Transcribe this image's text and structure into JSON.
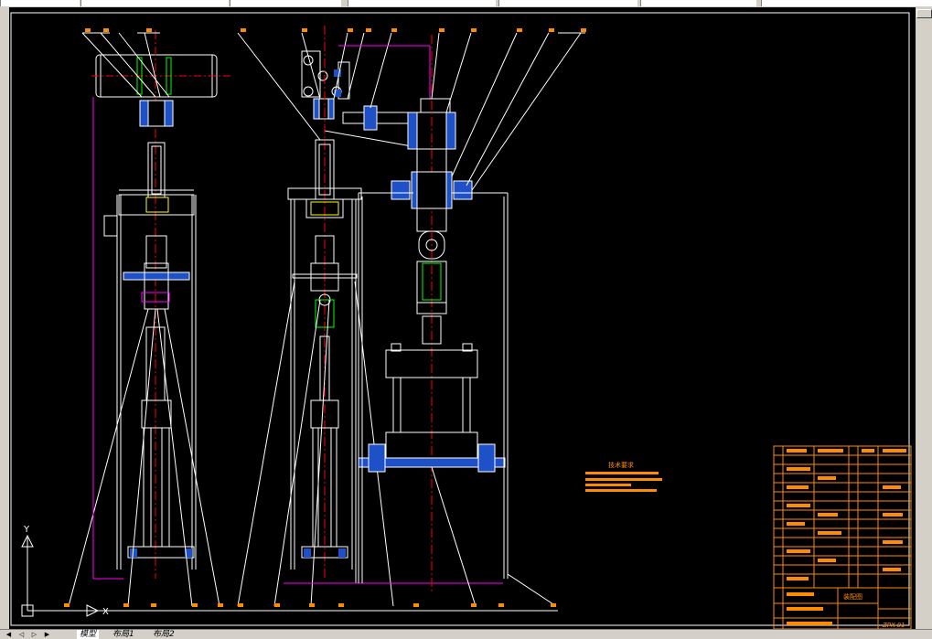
{
  "window": {
    "title_fields": [
      "",
      "",
      "",
      "",
      "",
      ""
    ]
  },
  "layout_tabs": [
    {
      "label": "模型",
      "active": true
    },
    {
      "label": "布局1",
      "active": false
    },
    {
      "label": "布局2",
      "active": false
    }
  ],
  "nav_buttons": [
    "◀",
    "◁",
    "▷",
    "▶"
  ],
  "drawing": {
    "tech_note_title": "技术要求",
    "title_block": {
      "drawing_number": "ZPX-01",
      "name": "装配图"
    },
    "ucs": {
      "x": "X",
      "y": "Y"
    }
  },
  "colors": {
    "canvas": "#000000",
    "line_white": "#ffffff",
    "line_red": "#ff0000",
    "line_blue": "#1e50c8",
    "line_green": "#00ff00",
    "line_magenta": "#ff00ff",
    "line_orange": "#ff8c00",
    "line_yellow": "#ffff00"
  }
}
